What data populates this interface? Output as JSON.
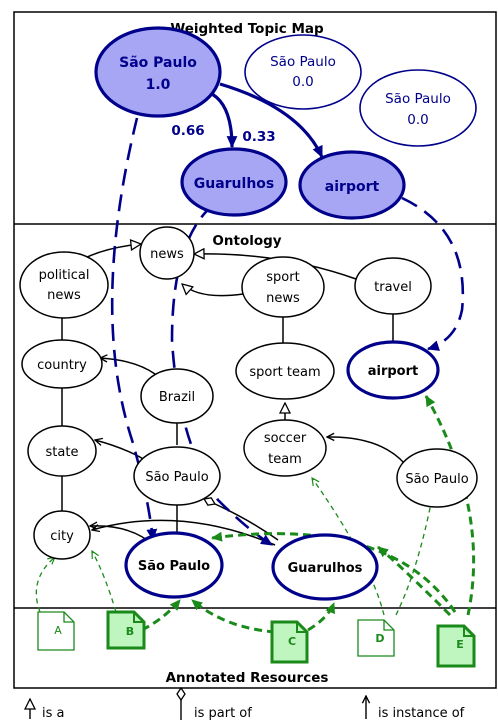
{
  "sections": {
    "topic_map_title": "Weighted Topic Map",
    "ontology_title": "Ontology",
    "resources_title": "Annotated Resources"
  },
  "topic_map": {
    "sao_paulo_main": {
      "name": "São Paulo",
      "weight": "1.0"
    },
    "sao_paulo_a": {
      "name": "São Paulo",
      "weight": "0.0"
    },
    "sao_paulo_b": {
      "name": "São Paulo",
      "weight": "0.0"
    },
    "guarulhos": "Guarulhos",
    "airport": "airport",
    "edge_weights": {
      "to_guarulhos": "0.66",
      "to_airport": "0.33"
    }
  },
  "ontology": {
    "news": "news",
    "political_news": [
      "political",
      "news"
    ],
    "sport_news": [
      "sport",
      "news"
    ],
    "travel": "travel",
    "country": "country",
    "brazil": "Brazil",
    "sport_team": "sport team",
    "airport": "airport",
    "state": "state",
    "soccer_team": [
      "soccer",
      "team"
    ],
    "sao_paulo_state": "São Paulo",
    "sao_paulo_team": "São Paulo",
    "city": "city",
    "sao_paulo_city": "São Paulo",
    "guarulhos": "Guarulhos"
  },
  "resources": {
    "docs": [
      "A",
      "B",
      "C",
      "D",
      "E"
    ]
  },
  "legend": {
    "is_a": "is a",
    "is_part_of": "is part of",
    "is_instance_of": "is instance of"
  },
  "colors": {
    "blue": "#00008B",
    "topic_fill": "#A6A6F5",
    "green": "#1a8a1a",
    "doc_fill": "#bff5bf"
  }
}
